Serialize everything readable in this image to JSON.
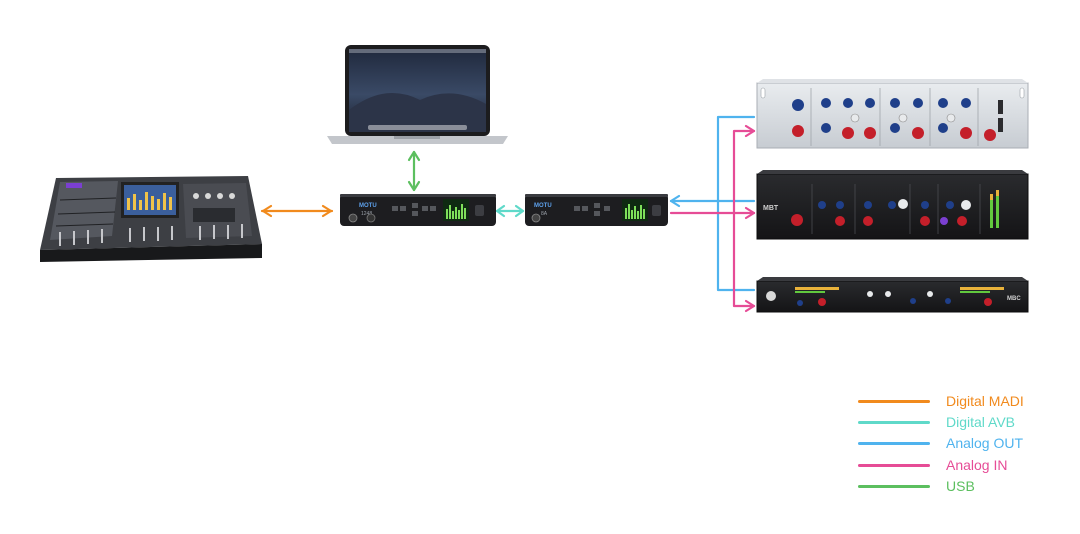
{
  "colors": {
    "madi": "#f18a1d",
    "avb": "#5fd9c9",
    "analog_out": "#4fb3ee",
    "analog_in": "#e64c96",
    "usb": "#5cbf5f"
  },
  "legend": [
    {
      "label": "Digital MADI",
      "color": "#f18a1d"
    },
    {
      "label": "Digital AVB",
      "color": "#5fd9c9"
    },
    {
      "label": "Analog OUT",
      "color": "#4fb3ee"
    },
    {
      "label": "Analog IN",
      "color": "#e64c96"
    },
    {
      "label": "USB",
      "color": "#5cbf5f"
    }
  ],
  "devices": {
    "console": {
      "icon": "mixing-console-icon"
    },
    "laptop": {
      "icon": "laptop-icon"
    },
    "interface_1": {
      "icon": "audio-interface-icon",
      "brand": "MOTU",
      "model": "1248"
    },
    "interface_2": {
      "icon": "audio-interface-icon",
      "brand": "MOTU",
      "model": "8A"
    },
    "preamp_1": {
      "icon": "rack-preamp-icon"
    },
    "preamp_2": {
      "icon": "rack-channel-strip-icon",
      "badge": "MBT"
    },
    "preamp_3": {
      "icon": "rack-preamp-icon",
      "badge": "MBC"
    }
  }
}
